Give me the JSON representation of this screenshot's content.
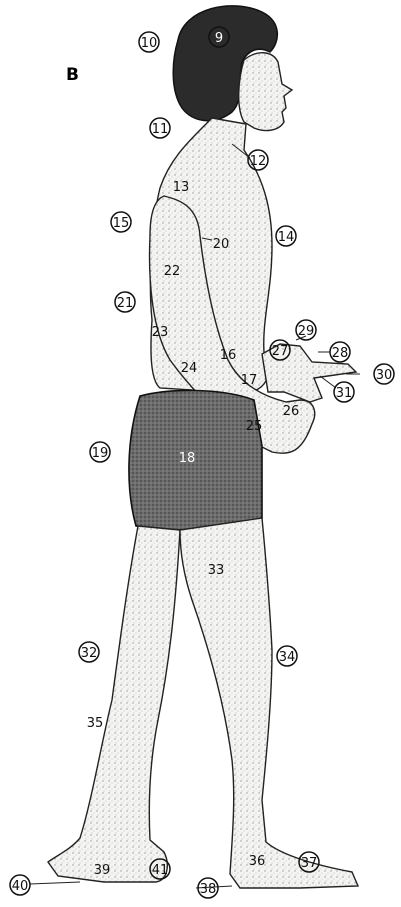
{
  "figure": {
    "panel_label": "B",
    "labels": {
      "l9": "9",
      "l10": "10",
      "l11": "11",
      "l12": "12",
      "l13": "13",
      "l14": "14",
      "l15": "15",
      "l16": "16",
      "l17": "17",
      "l18": "18",
      "l19": "19",
      "l20": "20",
      "l21": "21",
      "l22": "22",
      "l23": "23",
      "l24": "24",
      "l25": "25",
      "l26": "26",
      "l27": "27",
      "l28": "28",
      "l29": "29",
      "l30": "30",
      "l31": "31",
      "l32": "32",
      "l33": "33",
      "l34": "34",
      "l35": "35",
      "l36": "36",
      "l37": "37",
      "l38": "38",
      "l39": "39",
      "l40": "40",
      "l41": "41"
    }
  }
}
